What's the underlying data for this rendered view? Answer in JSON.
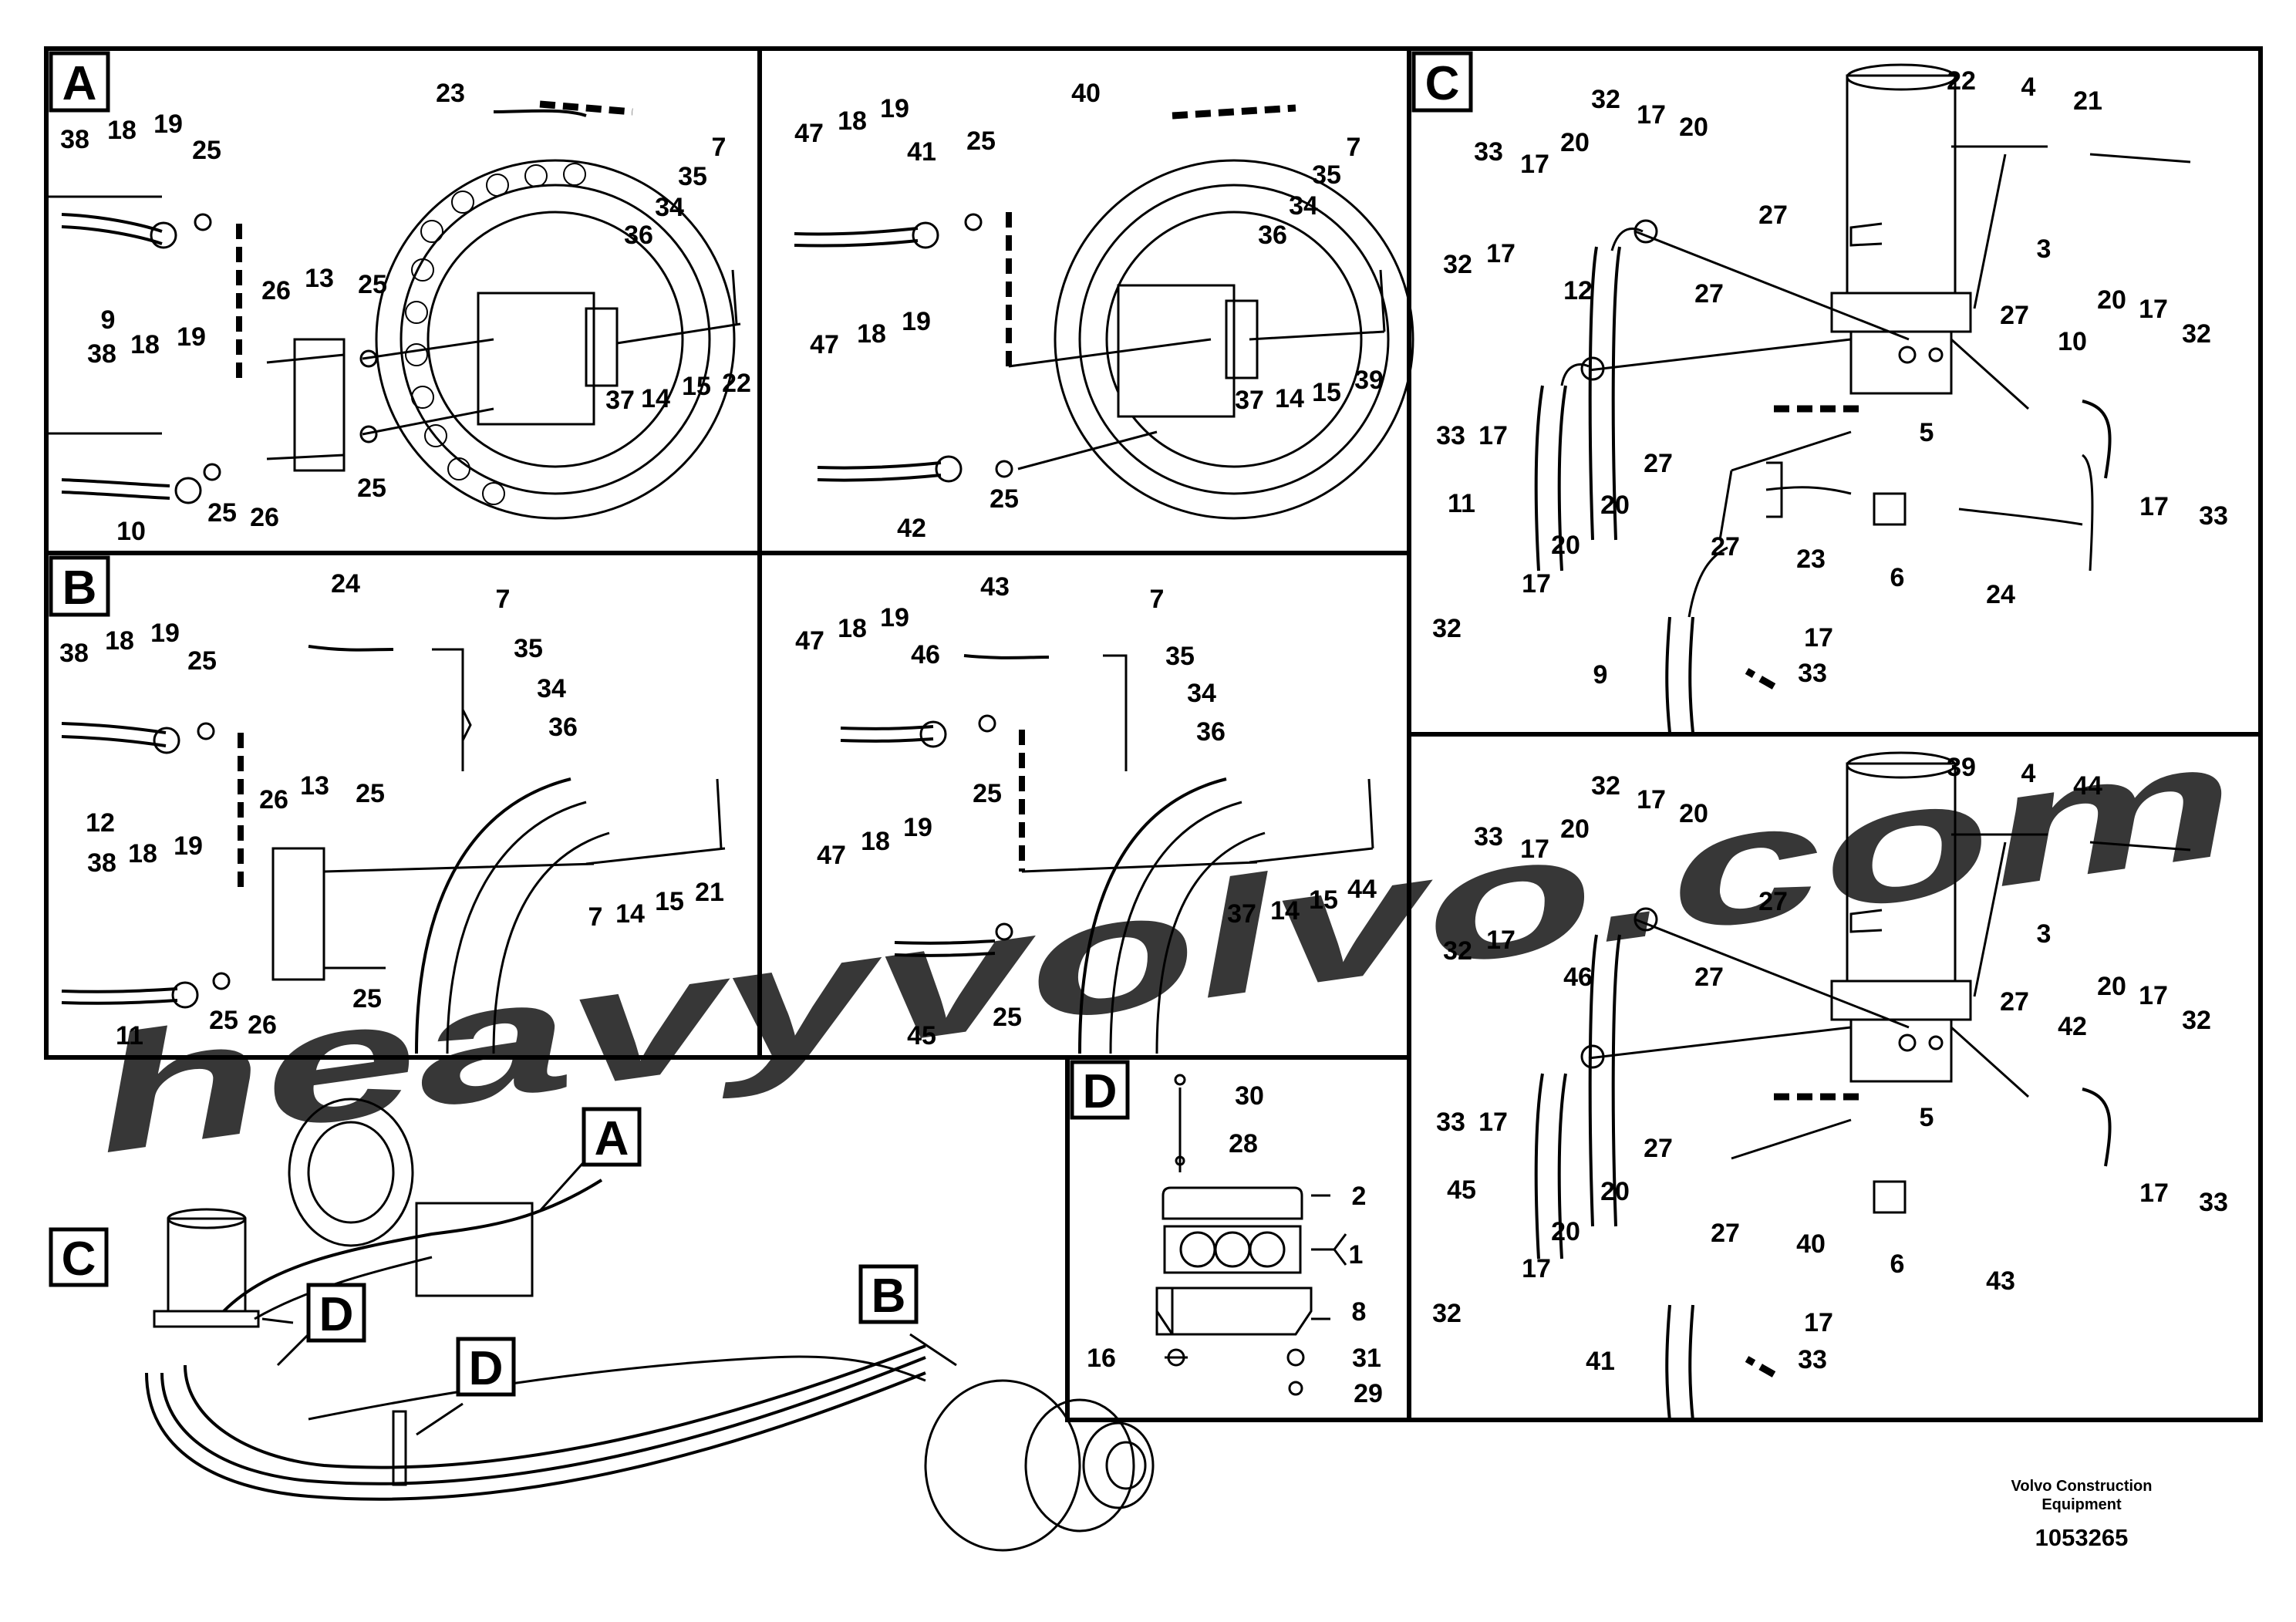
{
  "panels": {
    "A": {
      "badge": "A",
      "labels": [
        "23",
        "7",
        "35",
        "34",
        "36",
        "38",
        "18",
        "19",
        "25",
        "9",
        "26",
        "13",
        "25",
        "38",
        "18",
        "19",
        "37",
        "14",
        "15",
        "22",
        "10",
        "25",
        "26",
        "25"
      ]
    },
    "A2": {
      "labels": [
        "40",
        "7",
        "35",
        "34",
        "36",
        "47",
        "18",
        "19",
        "41",
        "25",
        "47",
        "18",
        "19",
        "37",
        "14",
        "15",
        "39",
        "42",
        "25"
      ]
    },
    "B": {
      "badge": "B",
      "labels": [
        "24",
        "7",
        "35",
        "34",
        "36",
        "38",
        "18",
        "19",
        "25",
        "26",
        "13",
        "25",
        "12",
        "38",
        "18",
        "19",
        "7",
        "14",
        "15",
        "21",
        "11",
        "25",
        "26",
        "25"
      ]
    },
    "B2": {
      "labels": [
        "43",
        "7",
        "35",
        "34",
        "36",
        "47",
        "18",
        "19",
        "46",
        "25",
        "47",
        "18",
        "19",
        "37",
        "14",
        "15",
        "44",
        "45",
        "25"
      ]
    },
    "C": {
      "badge": "C",
      "labels": [
        "32",
        "17",
        "20",
        "22",
        "4",
        "21",
        "33",
        "17",
        "20",
        "3",
        "27",
        "32",
        "17",
        "12",
        "27",
        "27",
        "20",
        "17",
        "32",
        "10",
        "33",
        "17",
        "5",
        "27",
        "11",
        "20",
        "27",
        "23",
        "17",
        "33",
        "20",
        "6",
        "24",
        "17",
        "32",
        "17",
        "9",
        "33"
      ]
    },
    "C2": {
      "labels": [
        "32",
        "17",
        "20",
        "39",
        "4",
        "44",
        "33",
        "17",
        "20",
        "3",
        "27",
        "32",
        "17",
        "46",
        "27",
        "27",
        "20",
        "17",
        "32",
        "42",
        "33",
        "17",
        "5",
        "27",
        "45",
        "20",
        "27",
        "40",
        "17",
        "33",
        "20",
        "6",
        "43",
        "17",
        "32",
        "17",
        "41",
        "33"
      ]
    },
    "D": {
      "badge": "D",
      "labels": [
        "30",
        "28",
        "2",
        "1",
        "8",
        "16",
        "31",
        "29"
      ]
    }
  },
  "overview": {
    "callouts": [
      "A",
      "C",
      "D",
      "D",
      "B"
    ]
  },
  "watermark": "heavyvolvo.com",
  "footer": {
    "company_line1": "Volvo Construction",
    "company_line2": "Equipment",
    "doc_number": "1053265"
  },
  "colors": {
    "line": "#000000",
    "watermark": "#e9a2aa",
    "background": "#ffffff"
  }
}
